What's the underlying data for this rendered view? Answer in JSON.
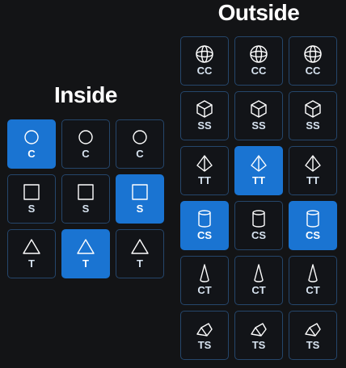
{
  "inside": {
    "title": "Inside",
    "rows": [
      [
        {
          "label": "C",
          "icon": "circle",
          "selected": true
        },
        {
          "label": "C",
          "icon": "circle",
          "selected": false
        },
        {
          "label": "C",
          "icon": "circle",
          "selected": false
        }
      ],
      [
        {
          "label": "S",
          "icon": "square",
          "selected": false
        },
        {
          "label": "S",
          "icon": "square",
          "selected": false
        },
        {
          "label": "S",
          "icon": "square",
          "selected": true
        }
      ],
      [
        {
          "label": "T",
          "icon": "triangle",
          "selected": false
        },
        {
          "label": "T",
          "icon": "triangle",
          "selected": true
        },
        {
          "label": "T",
          "icon": "triangle",
          "selected": false
        }
      ]
    ]
  },
  "outside": {
    "title": "Outside",
    "rows": [
      [
        {
          "label": "CC",
          "icon": "sphere",
          "selected": false
        },
        {
          "label": "CC",
          "icon": "sphere",
          "selected": false
        },
        {
          "label": "CC",
          "icon": "sphere",
          "selected": false
        }
      ],
      [
        {
          "label": "SS",
          "icon": "cube",
          "selected": false
        },
        {
          "label": "SS",
          "icon": "cube",
          "selected": false
        },
        {
          "label": "SS",
          "icon": "cube",
          "selected": false
        }
      ],
      [
        {
          "label": "TT",
          "icon": "tetrahedron",
          "selected": false
        },
        {
          "label": "TT",
          "icon": "tetrahedron",
          "selected": true
        },
        {
          "label": "TT",
          "icon": "tetrahedron",
          "selected": false
        }
      ],
      [
        {
          "label": "CS",
          "icon": "cylinder",
          "selected": true
        },
        {
          "label": "CS",
          "icon": "cylinder",
          "selected": false
        },
        {
          "label": "CS",
          "icon": "cylinder",
          "selected": true
        }
      ],
      [
        {
          "label": "CT",
          "icon": "cone",
          "selected": false
        },
        {
          "label": "CT",
          "icon": "cone",
          "selected": false
        },
        {
          "label": "CT",
          "icon": "cone",
          "selected": false
        }
      ],
      [
        {
          "label": "TS",
          "icon": "prism",
          "selected": false
        },
        {
          "label": "TS",
          "icon": "prism",
          "selected": false
        },
        {
          "label": "TS",
          "icon": "prism",
          "selected": false
        }
      ]
    ]
  },
  "colors": {
    "background": "#131416",
    "selected": "#1a74d2",
    "tile_border": "#25466b",
    "label": "#d7e3f0"
  }
}
